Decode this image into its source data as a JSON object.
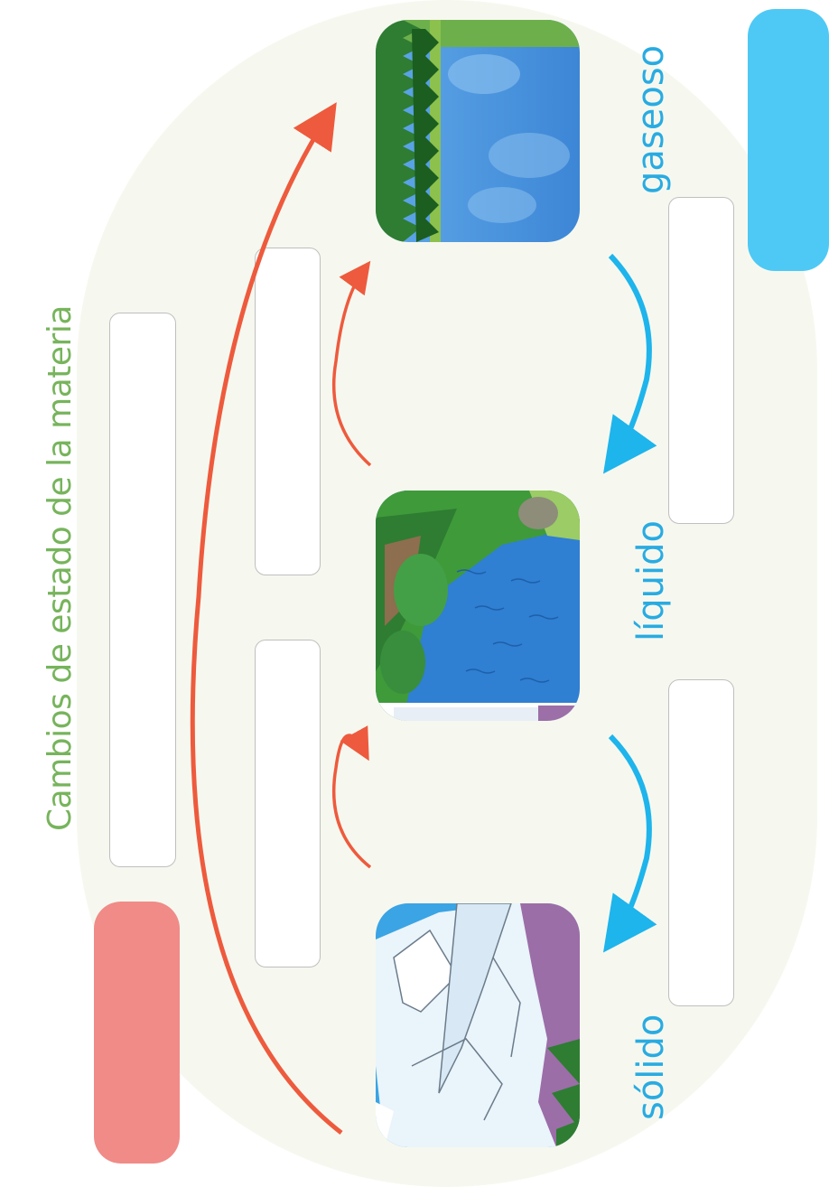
{
  "title": "Cambios de estado de la materia",
  "states": {
    "solid": "sólido",
    "liquid": "líquido",
    "gas": "gaseoso"
  },
  "colors": {
    "title": "#77b45c",
    "state_label": "#29abe2",
    "arrow_up": "#ee5a3d",
    "arrow_down": "#1eb4ec",
    "pill_red": "#f08b87",
    "pill_blue": "#4ec9f5",
    "background_blob": "#f6f8ef"
  },
  "answer_boxes": [
    "",
    "",
    "",
    "",
    ""
  ]
}
